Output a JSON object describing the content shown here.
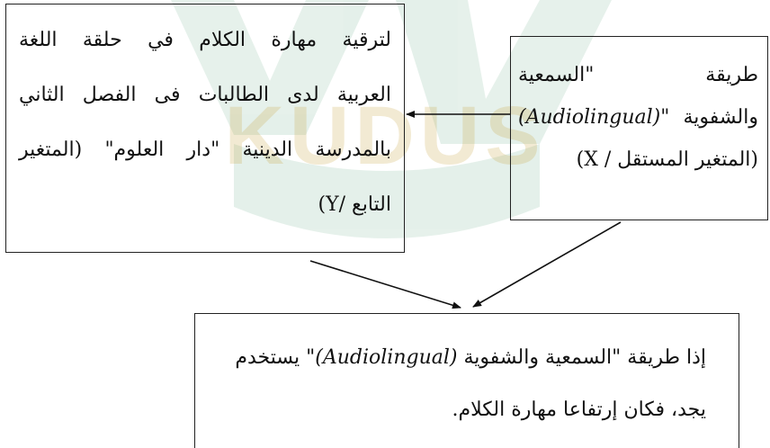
{
  "watermark": {
    "text": "KUDUS",
    "color": "#c9a23a",
    "logo_color": "#2e8b57"
  },
  "box_dependent": {
    "lines": [
      "لترقية مهارة الكلام في حلقة اللغة",
      "العربية لدى الطالبات فى الفصل الثاني",
      "بالمدرسة الدينية \"دار العلوم\" (المتغير",
      "التابع /Y)"
    ]
  },
  "box_independent": {
    "line1": "طريقة       \"السمعية",
    "line2_a": "والشفوية ",
    "line2_latin": "(Audiolingual)\"",
    "line3": "(المتغير المستقل / X)"
  },
  "box_hypothesis": {
    "line1_a": "إذا طريقة \"السمعية والشفوية ",
    "line1_latin": "(Audiolingual)",
    "line1_b": "\" يستخدم",
    "line2": "يجد، فكان إرتفاعا مهارة الكلام."
  }
}
